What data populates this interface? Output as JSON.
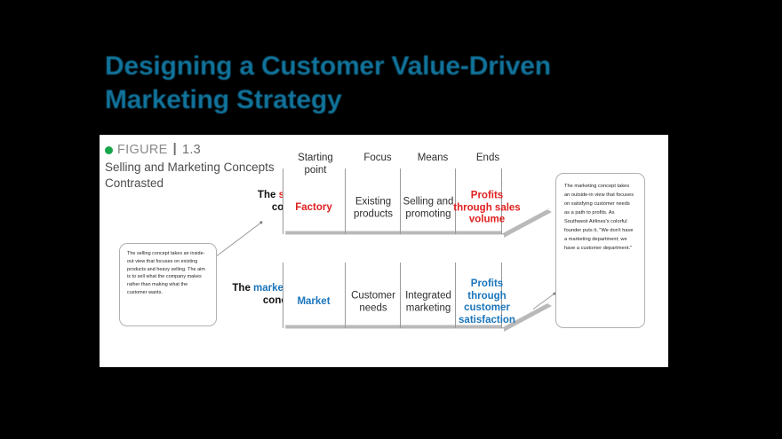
{
  "slide": {
    "title": "Designing a Customer Value-Driven Marketing Strategy",
    "title_color": "#11749c",
    "background_color": "#000000"
  },
  "figure": {
    "label_word": "FIGURE",
    "label_separator": "|",
    "number": "1.3",
    "bullet_icon": "green-dot-icon",
    "bullet_color": "#16a64a",
    "title": "Selling and Marketing Concepts Contrasted",
    "panel_color": "#ffffff"
  },
  "columns": [
    {
      "label": "Starting point"
    },
    {
      "label": "Focus"
    },
    {
      "label": "Means"
    },
    {
      "label": "Ends"
    }
  ],
  "rows": [
    {
      "id": "selling",
      "label_prefix": "The ",
      "label_highlight": "selling",
      "label_suffix": " concept",
      "accent_color": "#e02020",
      "cells": [
        {
          "text": "Factory",
          "emphasis": true
        },
        {
          "text": "Existing products",
          "emphasis": false
        },
        {
          "text": "Selling and promoting",
          "emphasis": false
        },
        {
          "text": "Profits through sales volume",
          "emphasis": true
        }
      ]
    },
    {
      "id": "marketing",
      "label_prefix": "The ",
      "label_highlight": "marketing",
      "label_suffix": " concept",
      "accent_color": "#1a75bb",
      "cells": [
        {
          "text": "Market",
          "emphasis": true
        },
        {
          "text": "Customer needs",
          "emphasis": false
        },
        {
          "text": "Integrated marketing",
          "emphasis": false
        },
        {
          "text": "Profits through customer satisfaction",
          "emphasis": true
        }
      ]
    }
  ],
  "callouts": {
    "left": {
      "text": "The selling concept takes an inside-out view that focuses on existing products and heavy selling. The aim is to sell what the company makes rather than making what the customer wants."
    },
    "right": {
      "text": "The marketing concept takes an outside-in view that focuses on satisfying customer needs as a path to profits. As Southwest Airlines's colorful founder puts it, \"We don't have a marketing department; we have a customer department.\""
    }
  }
}
